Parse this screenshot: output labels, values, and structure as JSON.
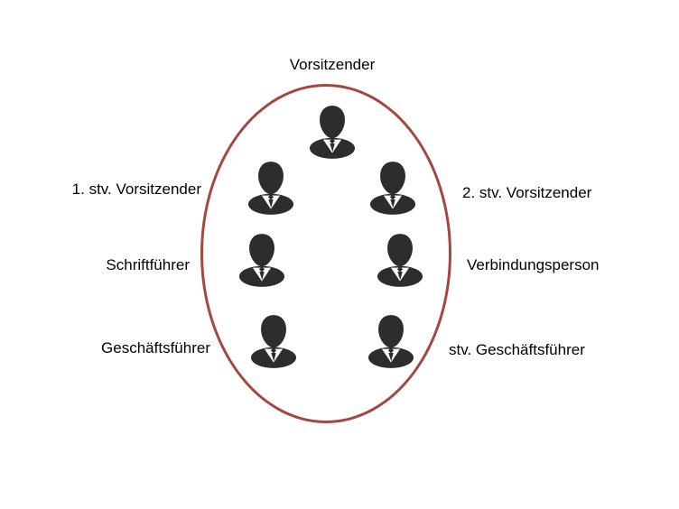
{
  "diagram": {
    "type": "committee-ellipse-diagram",
    "person_count": 7,
    "icon_name": "person-icon",
    "colors": {
      "ellipse_stroke": "#A5473F",
      "person_icon": "#2D2D2D",
      "label_text": "#000000",
      "background": "#FFFFFF"
    },
    "roles": [
      {
        "label": "Vorsitzender",
        "side": "top"
      },
      {
        "label": "1. stv. Vorsitzender",
        "side": "left"
      },
      {
        "label": "2. stv. Vorsitzender",
        "side": "right"
      },
      {
        "label": "Schriftführer",
        "side": "left"
      },
      {
        "label": "Verbindungsperson",
        "side": "right"
      },
      {
        "label": "Geschäftsführer",
        "side": "left"
      },
      {
        "label": "stv. Geschäftsführer",
        "side": "right"
      }
    ]
  }
}
